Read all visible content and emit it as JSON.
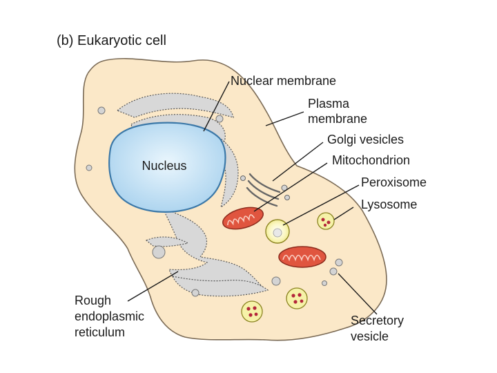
{
  "figure": {
    "title": "(b)  Eukaryotic cell",
    "labels": {
      "nucleus": "Nucleus",
      "nuclear_membrane": "Nuclear membrane",
      "plasma_membrane_1": "Plasma",
      "plasma_membrane_2": "membrane",
      "golgi_vesicles": "Golgi vesicles",
      "mitochondrion": "Mitochondrion",
      "peroxisome": "Peroxisome",
      "lysosome": "Lysosome",
      "rough_er_1": "Rough",
      "rough_er_2": "endoplasmic",
      "rough_er_3": "reticulum",
      "secretory_1": "Secretory",
      "secretory_2": "vesicle"
    },
    "colors": {
      "cytoplasm": "#fbe8c8",
      "cell_outline": "#7a6a55",
      "nucleus_fill": "#bfe0f4",
      "nucleus_outline": "#3b78a8",
      "er_fill": "#d8d8d8",
      "mitochondrion": "#e0553f",
      "peroxisome": "#f6f2a8",
      "lysosome_dots": "#b3263a",
      "vesicle": "#d4d4d4"
    }
  }
}
